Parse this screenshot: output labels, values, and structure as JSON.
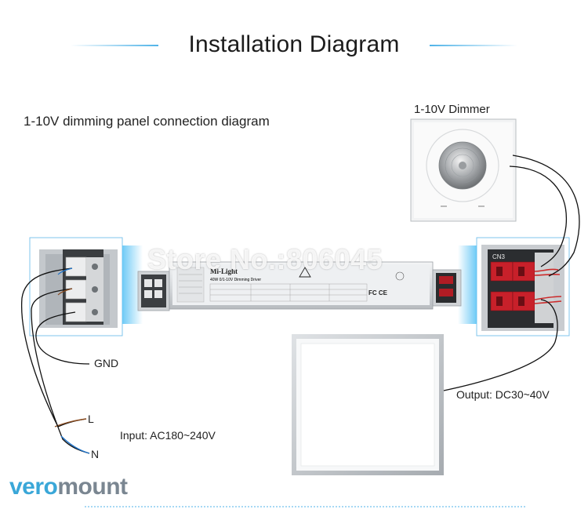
{
  "title": "Installation Diagram",
  "subtitle": "1-10V dimming panel connection diagram",
  "dimmer": {
    "label": "1-10V Dimmer"
  },
  "driver": {
    "brand": "Mi-Light",
    "model": "40W 0/1-10V Dimming Driver",
    "connector_label": "CN3",
    "cert_marks": "FC CE"
  },
  "wiring": {
    "gnd": "GND",
    "live": "L",
    "neutral": "N",
    "input": "Input: AC180~240V",
    "output": "Output: DC30~40V"
  },
  "watermark": "Store No.:806045",
  "logo": {
    "part1": "vero",
    "part2": "mount"
  },
  "colors": {
    "accent": "#4fb3e8",
    "brand_blue": "#3aa7d8",
    "brand_gray": "#7a8691",
    "wire": "#111111",
    "wire_brown": "#8a4b1f",
    "wire_blue": "#1e73c9",
    "connector_red": "#c8202a"
  }
}
